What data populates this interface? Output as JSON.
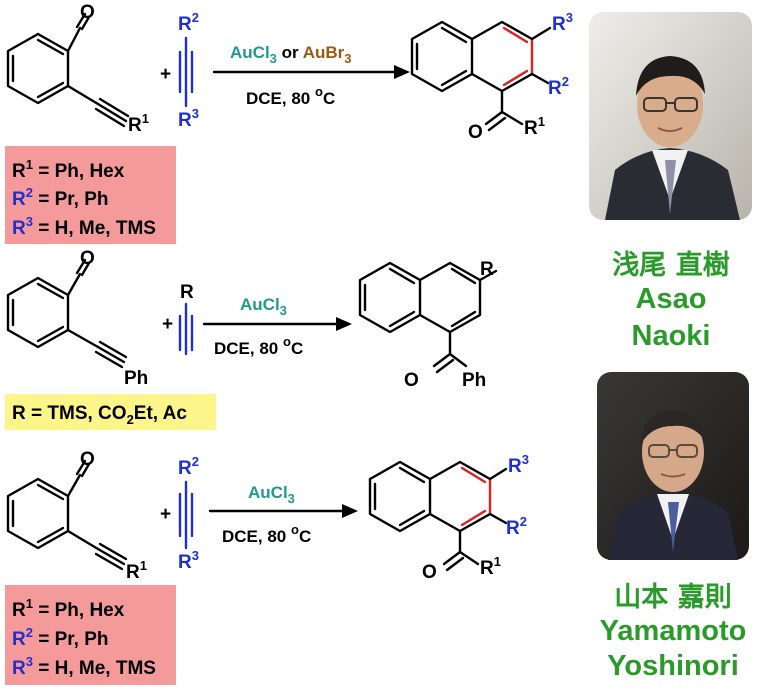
{
  "reactions": [
    {
      "catalyst_parts": [
        "AuCl",
        "3",
        " or ",
        "AuBr",
        "3"
      ],
      "conditions": [
        "DCE, 80 ",
        "o",
        "C"
      ],
      "substituent_box": [
        {
          "r": "R",
          "sup": "1",
          "text": " = Ph, Hex"
        },
        {
          "r": "R",
          "sup": "2",
          "text": " = Pr, Ph"
        },
        {
          "r": "R",
          "sup": "3",
          "text": " = H, Me, TMS"
        }
      ],
      "atoms": {
        "o": "O",
        "r1": "R",
        "r1sup": "1",
        "r2": "R",
        "r2sup": "2",
        "r3": "R",
        "r3sup": "3",
        "plus": "+",
        "prod_o": "O",
        "prod_r1": "R",
        "prod_r1sup": "1",
        "prod_r2": "R",
        "prod_r2sup": "2",
        "prod_r3": "R",
        "prod_r3sup": "3"
      }
    },
    {
      "catalyst_parts": [
        "AuCl",
        "3"
      ],
      "conditions": [
        "DCE, 80 ",
        "o",
        "C"
      ],
      "substituent_box": [
        {
          "r": "R",
          "text": " = TMS, CO",
          "sub": "2",
          "text2": "Et, Ac"
        }
      ],
      "atoms": {
        "o": "O",
        "ph": "Ph",
        "r": "R",
        "plus": "+",
        "prod_o": "O",
        "prod_ph": "Ph",
        "prod_r": "R"
      }
    },
    {
      "catalyst_parts": [
        "AuCl",
        "3"
      ],
      "conditions": [
        "DCE, 80 ",
        "o",
        "C"
      ],
      "substituent_box": [
        {
          "r": "R",
          "sup": "1",
          "text": " = Ph, Hex"
        },
        {
          "r": "R",
          "sup": "2",
          "text": " = Pr, Ph"
        },
        {
          "r": "R",
          "sup": "3",
          "text": " = H, Me, TMS"
        }
      ],
      "atoms": {
        "o": "O",
        "r1": "R",
        "r1sup": "1",
        "r2": "R",
        "r2sup": "2",
        "r3": "R",
        "r3sup": "3",
        "plus": "+",
        "prod_o": "O",
        "prod_r1": "R",
        "prod_r1sup": "1",
        "prod_r2": "R",
        "prod_r2sup": "2",
        "prod_r3": "R",
        "prod_r3sup": "3"
      }
    }
  ],
  "people": [
    {
      "name_jp": "浅尾 直樹",
      "name_en_1": "Asao",
      "name_en_2": "Naoki"
    },
    {
      "name_jp": "山本 嘉則",
      "name_en_1": "Yamamoto",
      "name_en_2": "Yoshinori"
    }
  ],
  "colors": {
    "teal": "#1f9a8c",
    "brown": "#9a5a12",
    "blue": "#1f2fd0",
    "red": "#e0201f",
    "green": "#2a9b2a",
    "pink": "#f59a9a",
    "yellow": "#fbf58a"
  }
}
